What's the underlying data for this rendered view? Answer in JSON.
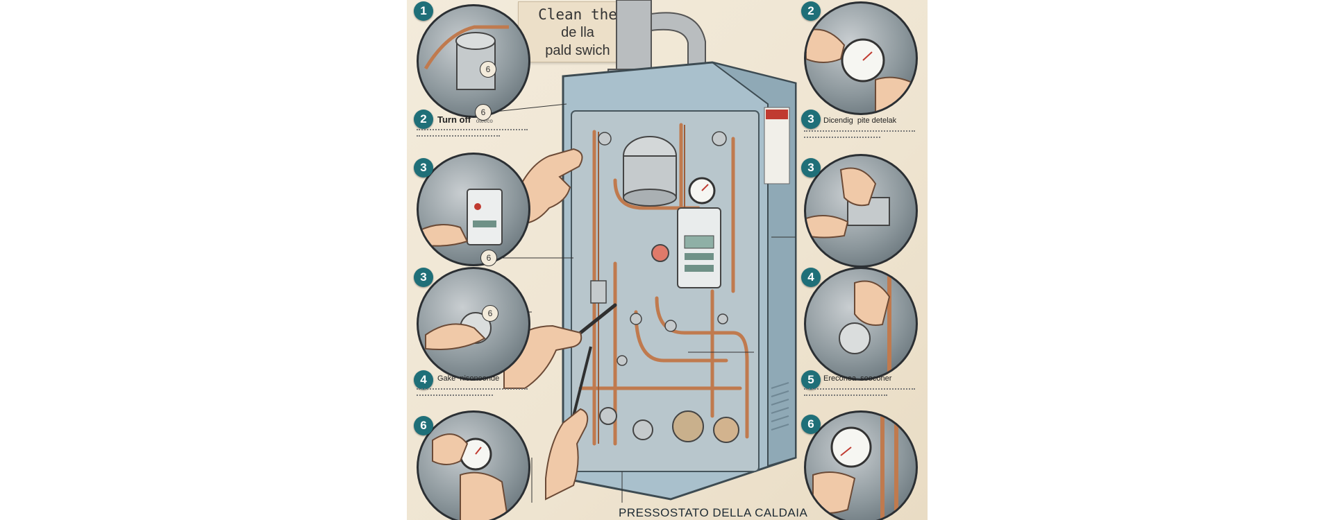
{
  "title": {
    "line1": "Clean the",
    "line2": "de lla",
    "line3": "pald swich"
  },
  "bottom_title": "PRESSOSTATO DELLA CALDAIA",
  "badges": {
    "left": [
      "1",
      "2",
      "3",
      "3",
      "4",
      "6"
    ],
    "right": [
      "2",
      "3",
      "3",
      "4",
      "5",
      "6"
    ]
  },
  "callouts": [
    "6",
    "6",
    "6",
    "6"
  ],
  "steps": {
    "left_2_title": "Turn off",
    "left_2_sub": "oteeco",
    "left_4_title": "Gake",
    "left_4_sub": "nisoneonde",
    "right_3_title": "Dicendig",
    "right_3_sub": "pite detelak",
    "right_5_title": "Ereconea",
    "right_5_sub": "sooconer"
  },
  "colors": {
    "badge": "#1f6f78",
    "boiler": "#a9c0cc",
    "copper": "#c07a4e",
    "paper": "#f3ebdb"
  }
}
